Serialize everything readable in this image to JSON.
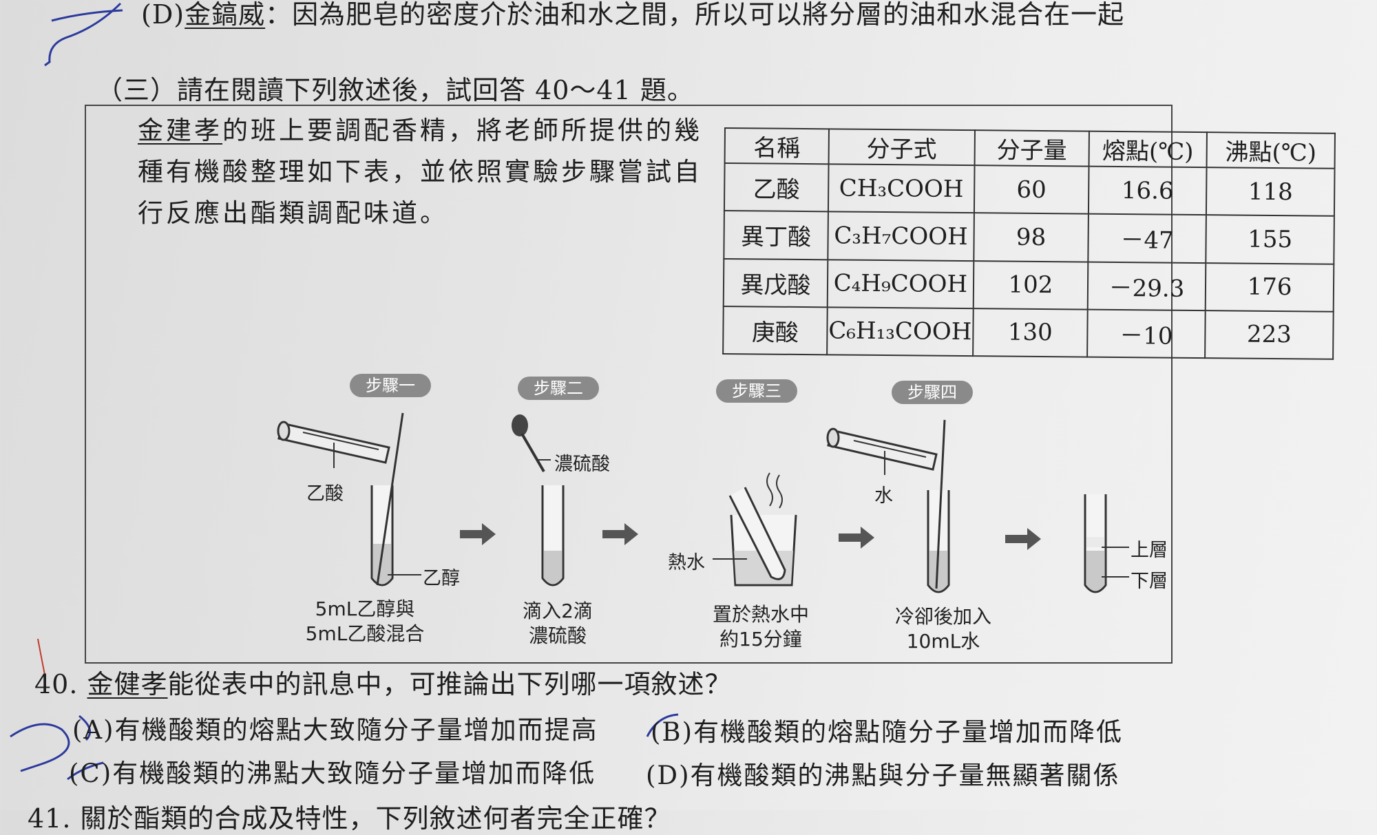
{
  "top_line": {
    "option": "(D)",
    "name": "金鎬威",
    "text": "：因為肥皂的密度介於油和水之間，所以可以將分層的油和水混合在一起"
  },
  "section_heading": "（三）請在閱讀下列敘述後，試回答 40～41 題。",
  "intro": {
    "name": "金建孝",
    "text": "的班上要調配香精，將老師所提供的幾種有機酸整理如下表，並依照實驗步驟嘗試自行反應出酯類調配味道。"
  },
  "table": {
    "headers": [
      "名稱",
      "分子式",
      "分子量",
      "熔點(℃)",
      "沸點(℃)"
    ],
    "rows": [
      {
        "name": "乙酸",
        "formula": "CH₃COOH",
        "mw": "60",
        "mp": "16.6",
        "bp": "118"
      },
      {
        "name": "異丁酸",
        "formula": "C₃H₇COOH",
        "mw": "98",
        "mp": "－47",
        "bp": "155"
      },
      {
        "name": "異戊酸",
        "formula": "C₄H₉COOH",
        "mw": "102",
        "mp": "－29.3",
        "bp": "176"
      },
      {
        "name": "庚酸",
        "formula": "C₆H₁₃COOH",
        "mw": "130",
        "mp": "－10",
        "bp": "223"
      }
    ]
  },
  "steps": [
    {
      "badge": "步驟一",
      "labels": [
        "乙酸",
        "乙醇"
      ],
      "caption_1": "5mL乙醇與",
      "caption_2": "5mL乙酸混合"
    },
    {
      "badge": "步驟二",
      "labels": [
        "濃硫酸"
      ],
      "caption_1": "滴入2滴",
      "caption_2": "濃硫酸"
    },
    {
      "badge": "步驟三",
      "labels": [
        "熱水"
      ],
      "caption_1": "置於熱水中",
      "caption_2": "約15分鐘"
    },
    {
      "badge": "步驟四",
      "labels": [
        "水"
      ],
      "caption_1": "冷卻後加入",
      "caption_2": "10mL水"
    }
  ],
  "result_labels": {
    "upper": "上層",
    "lower": "下層"
  },
  "question": {
    "number": "40.",
    "name": "金健孝",
    "text": "能從表中的訊息中，可推論出下列哪一項敘述？",
    "options": [
      {
        "key": "(A)",
        "text": "有機酸類的熔點大致隨分子量增加而提高"
      },
      {
        "key": "(B)",
        "text": "有機酸類的熔點隨分子量增加而降低"
      },
      {
        "key": "(C)",
        "text": "有機酸類的沸點大致隨分子量增加而降低"
      },
      {
        "key": "(D)",
        "text": "有機酸類的沸點與分子量無顯著關係"
      }
    ]
  },
  "next_question": "41. 關於酯類的合成及特性，下列敘述何者完全正確？",
  "colors": {
    "pen_blue": "#2b3a9c",
    "pen_red": "#c0392b",
    "badge": "#8a8a8a"
  }
}
